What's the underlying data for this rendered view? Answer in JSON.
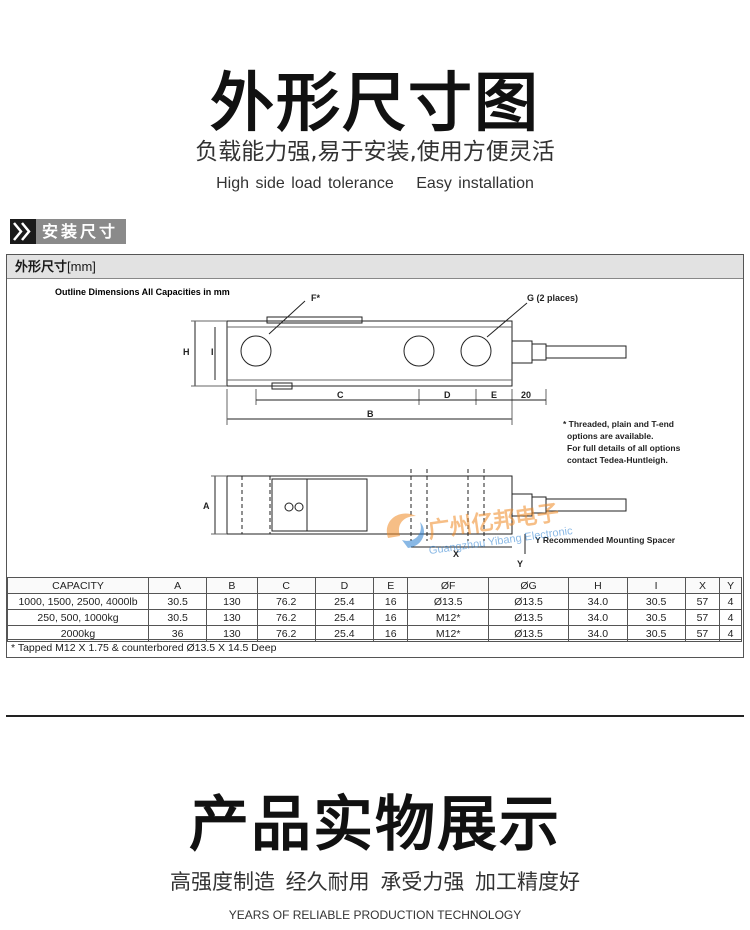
{
  "header": {
    "title": "外形尺寸图",
    "subtitle_cn": "负载能力强,易于安装,使用方便灵活",
    "subtitle_en_1": "High side load tolerance",
    "subtitle_en_2": "Easy installation"
  },
  "section_tag": {
    "label": "安装尺寸"
  },
  "panel": {
    "title": "外形尺寸",
    "unit": "[mm]"
  },
  "drawing": {
    "caption": "Outline Dimensions All Capacities in mm",
    "labels": {
      "f": "F*",
      "g": "G (2 places)",
      "h": "H",
      "i": "I",
      "c": "C",
      "d": "D",
      "e": "E",
      "twenty": "20",
      "b": "B",
      "a": "A",
      "x": "X",
      "y": "Y"
    },
    "note_lines": [
      "* Threaded, plain and T-end",
      "options are available.",
      "For full details of all options",
      "contact Tedea-Huntleigh."
    ],
    "spacer_note": "Y Recommended Mounting Spacer"
  },
  "watermark": {
    "cn": "广州亿邦电子",
    "en": "Guangzhou Yibang Electronic"
  },
  "specs": {
    "headers": [
      "CAPACITY",
      "A",
      "B",
      "C",
      "D",
      "E",
      "ØF",
      "ØG",
      "H",
      "I",
      "X",
      "Y"
    ],
    "rows": [
      [
        "1000, 1500, 2500, 4000lb",
        "30.5",
        "130",
        "76.2",
        "25.4",
        "16",
        "Ø13.5",
        "Ø13.5",
        "34.0",
        "30.5",
        "57",
        "4"
      ],
      [
        "250, 500, 1000kg",
        "30.5",
        "130",
        "76.2",
        "25.4",
        "16",
        "M12*",
        "Ø13.5",
        "34.0",
        "30.5",
        "57",
        "4"
      ],
      [
        "2000kg",
        "36",
        "130",
        "76.2",
        "25.4",
        "16",
        "M12*",
        "Ø13.5",
        "34.0",
        "30.5",
        "57",
        "4"
      ]
    ],
    "footnote": "* Tapped M12 X 1.75 & counterbored Ø13.5 X 14.5 Deep"
  },
  "section2": {
    "title": "产品实物展示",
    "subtitle_cn": "高强度制造 经久耐用 承受力强 加工精度好",
    "subtitle_en": "YEARS OF RELIABLE PRODUCTION TECHNOLOGY"
  },
  "colors": {
    "tag_bg": "#8a8a8a",
    "watermark_orange": "#f08a24",
    "watermark_blue": "#2a7fd0"
  }
}
